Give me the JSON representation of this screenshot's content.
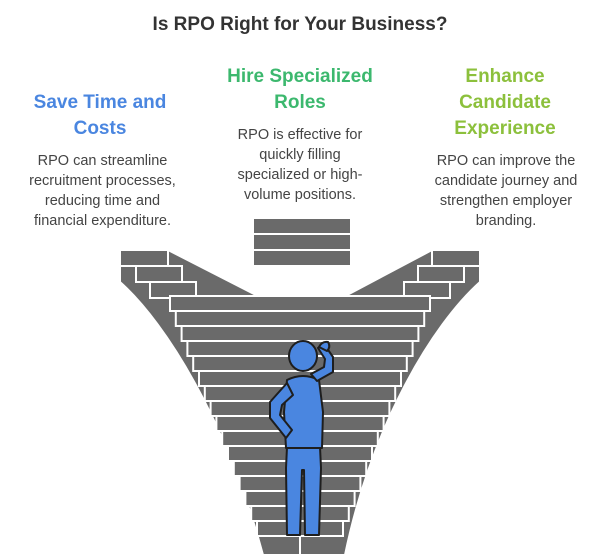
{
  "title": "Is RPO Right for Your Business?",
  "colors": {
    "left_heading": "#4a86e0",
    "middle_heading": "#3cb86e",
    "right_heading": "#8cc03c",
    "stairs": "#6a6a6a",
    "stair_outline": "#ffffff",
    "person": "#4a86e0",
    "person_outline": "#1e1e1e"
  },
  "columns": [
    {
      "heading_lines": [
        "Save Time and",
        "Costs"
      ],
      "body_lines": [
        "RPO can streamline",
        "recruitment processes,",
        "reducing time and",
        "financial expenditure."
      ]
    },
    {
      "heading_lines": [
        "Hire Specialized",
        "Roles"
      ],
      "body_lines": [
        "RPO is effective for",
        "quickly filling",
        "specialized or high-",
        "volume positions."
      ]
    },
    {
      "heading_lines": [
        "Enhance",
        "Candidate",
        "Experience"
      ],
      "body_lines": [
        "RPO can improve the",
        "candidate journey and",
        "strengthen employer",
        "branding."
      ]
    }
  ],
  "illustration": {
    "stairs_icon": "converging-staircase-icon",
    "person_icon": "thinking-person-icon"
  }
}
